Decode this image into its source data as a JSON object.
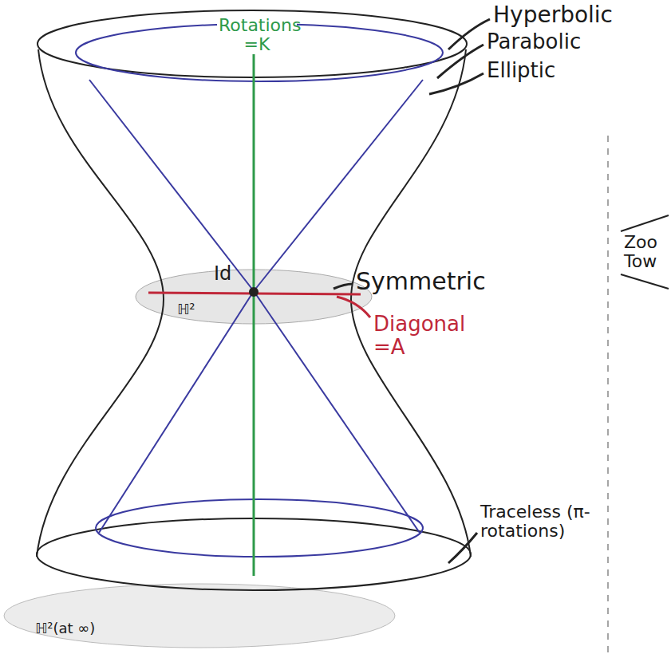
{
  "diagram": {
    "labels": [
      "Hyperbolic",
      "Parabolic",
      "Elliptic",
      "Rotations =K",
      "Id",
      "Symmetric",
      "Diagonal =A",
      "ℍ²",
      "Traceless (π-rotations)",
      "ℍ²(at ∞)",
      "Zoo Tow"
    ]
  }
}
